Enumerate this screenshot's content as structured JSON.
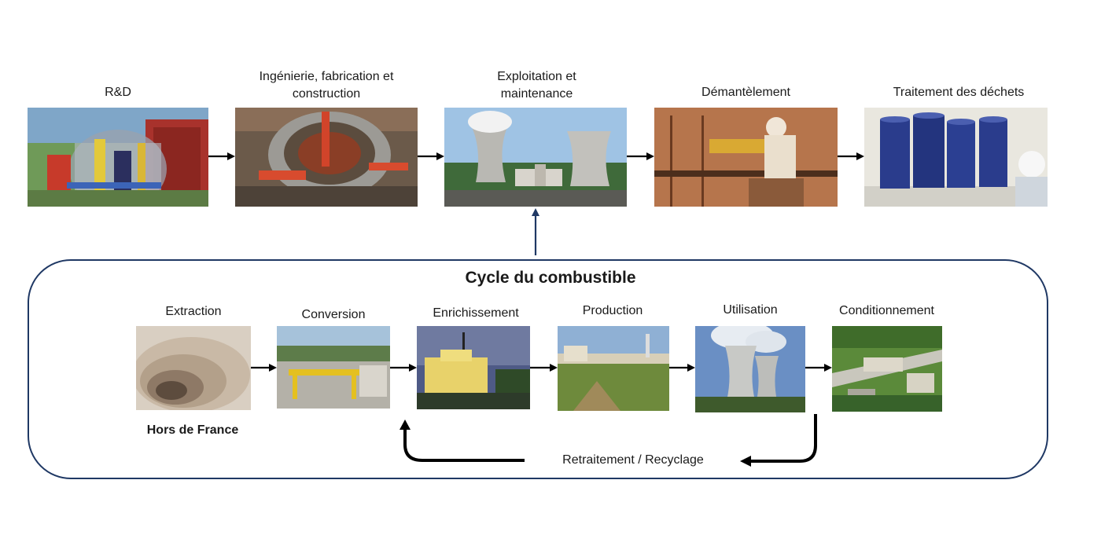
{
  "top_row": [
    {
      "label": "R&D"
    },
    {
      "label": "Ingénierie, fabrication et construction"
    },
    {
      "label": "Exploitation et maintenance"
    },
    {
      "label": "Démantèlement"
    },
    {
      "label": "Traitement des déchets"
    }
  ],
  "cycle": {
    "title": "Cycle du combustible",
    "steps": [
      {
        "label": "Extraction"
      },
      {
        "label": "Conversion"
      },
      {
        "label": "Enrichissement"
      },
      {
        "label": "Production"
      },
      {
        "label": "Utilisation"
      },
      {
        "label": "Conditionnement"
      }
    ],
    "extraction_note": "Hors de France",
    "recycle_label": "Retraitement / Recyclage"
  },
  "colors": {
    "box_border": "#1f3864",
    "arrow": "#000000",
    "up_arrow": "#1f3864"
  }
}
